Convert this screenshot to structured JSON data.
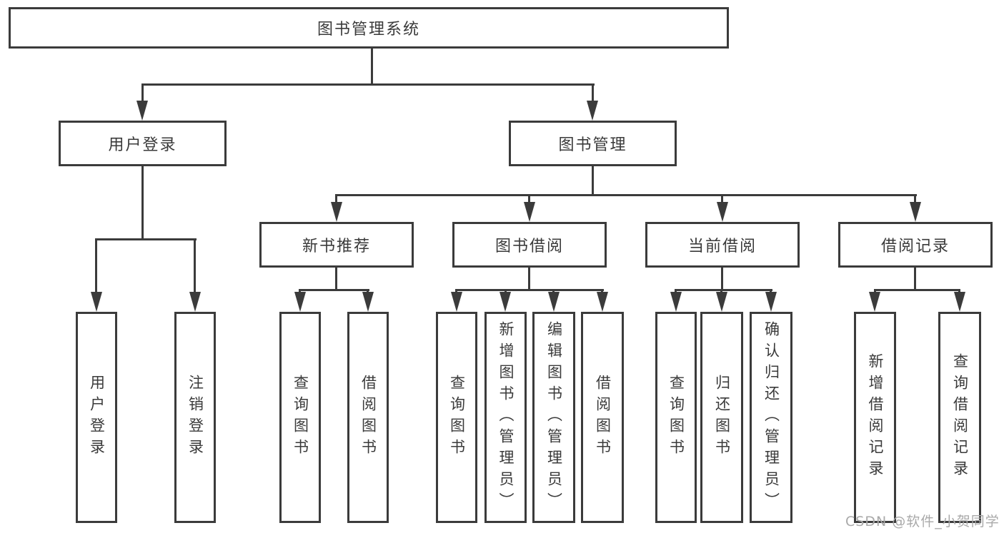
{
  "diagram": {
    "type": "feature-tree",
    "colors": {
      "line": "#3b3b3b",
      "text": "#3a3a3a",
      "background": "#ffffff",
      "watermark": "#a9a9a9"
    }
  },
  "tree": {
    "root": {
      "label": "图书管理系统",
      "children": [
        {
          "label": "用户登录",
          "children": [
            {
              "label": "用户登录"
            },
            {
              "label": "注销登录"
            }
          ]
        },
        {
          "label": "图书管理",
          "children": [
            {
              "label": "新书推荐",
              "children": [
                {
                  "label": "查询图书"
                },
                {
                  "label": "借阅图书"
                }
              ]
            },
            {
              "label": "图书借阅",
              "children": [
                {
                  "label": "查询图书"
                },
                {
                  "label": "新增图书（管理员）"
                },
                {
                  "label": "编辑图书（管理员）"
                },
                {
                  "label": "借阅图书"
                }
              ]
            },
            {
              "label": "当前借阅",
              "children": [
                {
                  "label": "查询图书"
                },
                {
                  "label": "归还图书"
                },
                {
                  "label": "确认归还（管理员）"
                }
              ]
            },
            {
              "label": "借阅记录",
              "children": [
                {
                  "label": "新增借阅记录"
                },
                {
                  "label": "查询借阅记录"
                }
              ]
            }
          ]
        }
      ]
    }
  },
  "watermark": {
    "text": "CSDN @软件_小贺同学"
  }
}
